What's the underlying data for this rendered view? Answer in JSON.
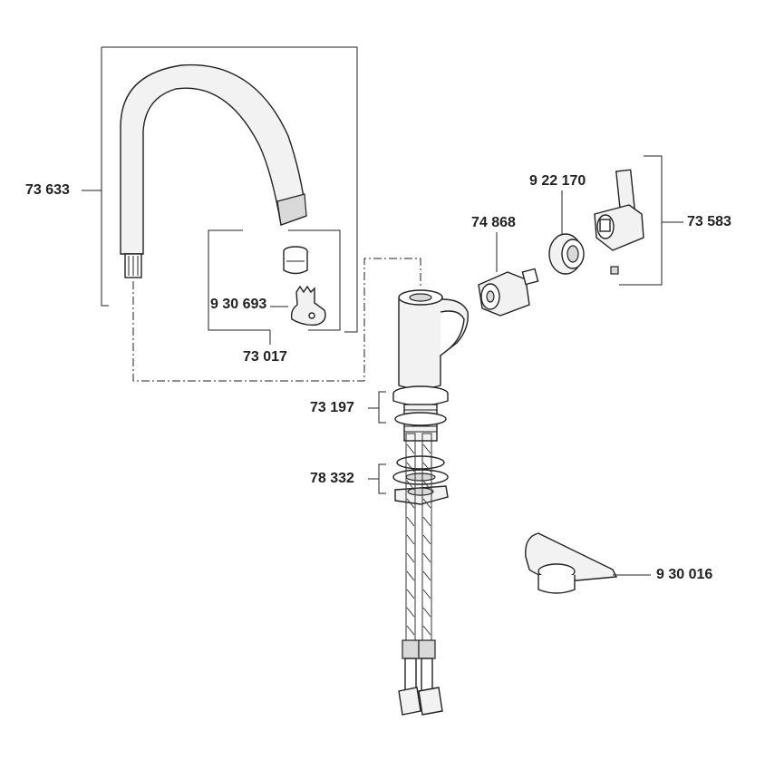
{
  "diagram": {
    "labels": {
      "spout": "73 633",
      "aerator_group": "73 017",
      "aerator_key": "9 30 693",
      "body_nut": "73 197",
      "fixing_set": "78 332",
      "cartridge": "74 868",
      "bonnet_nut": "9 22 170",
      "lever_handle": "73 583",
      "stabilizer_plate": "9 30 016"
    }
  }
}
